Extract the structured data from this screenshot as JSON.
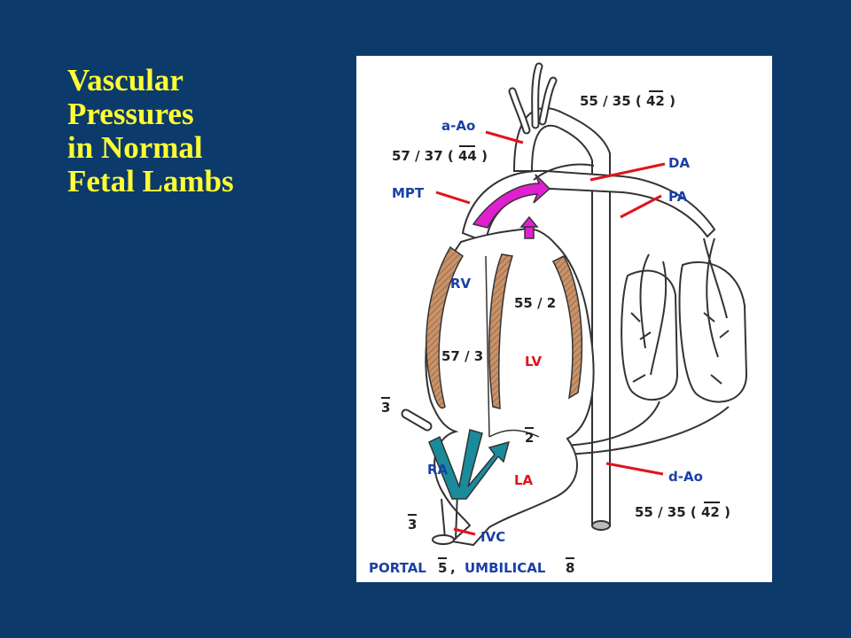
{
  "slide": {
    "title_lines": [
      "Vascular",
      "Pressures",
      "in Normal",
      "Fetal Lambs"
    ]
  },
  "diagram": {
    "labels": {
      "a_ao": "a-Ao",
      "mpt": "MPT",
      "da": "DA",
      "pa": "PA",
      "rv": "RV",
      "lv": "LV",
      "ra": "RA",
      "la": "LA",
      "ivc": "IVC",
      "d_ao": "d-Ao"
    },
    "pressures": {
      "ascending_aorta": "55 / 35 ( 42 )",
      "mpt": "57 / 37 ( 44 )",
      "lv": "55 / 2",
      "rv": "57 / 3",
      "svc": "3",
      "la": "2",
      "ivc": "3",
      "descending_aorta": "55 / 35 ( 42 )",
      "portal_label": "PORTAL",
      "portal_value": "5",
      "separator": ",",
      "umbilical_label": "UMBILICAL",
      "umbilical_value": "8"
    },
    "colors": {
      "background": "#0b3a6b",
      "title": "#ffff33",
      "vessel_label": "#1a3fa8",
      "chamber_label": "#e0141b",
      "pointer": "#e0141b",
      "myocardium": "#c8926a",
      "flow_pulmonary": "#e020d0",
      "flow_venous": "#1a8b9a"
    }
  }
}
